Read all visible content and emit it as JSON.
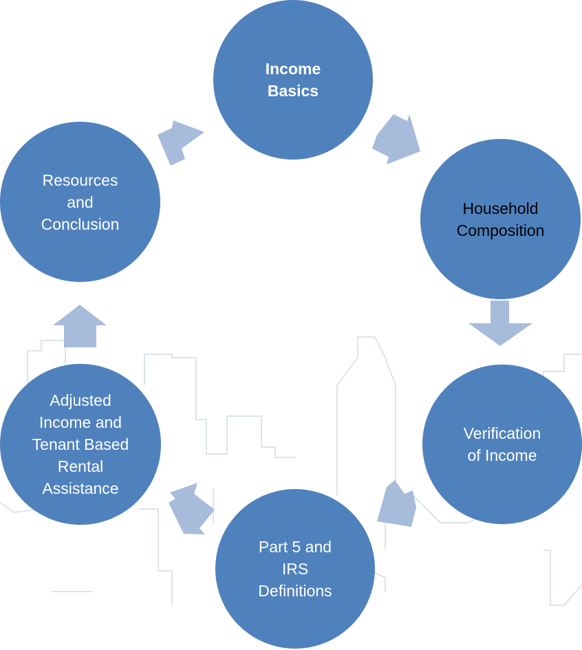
{
  "diagram": {
    "type": "cycle",
    "nodes": [
      {
        "id": "income-basics",
        "label": "Income\nBasics",
        "bold": true,
        "text_color": "#ffffff"
      },
      {
        "id": "household-composition",
        "label": "Household\nComposition",
        "bold": false,
        "text_color": "#000000"
      },
      {
        "id": "verification-of-income",
        "label": "Verification\nof Income",
        "bold": false,
        "text_color": "#ffffff"
      },
      {
        "id": "part5-irs",
        "label": "Part 5 and\nIRS\nDefinitions",
        "bold": false,
        "text_color": "#ffffff"
      },
      {
        "id": "adjusted-income",
        "label": "Adjusted\nIncome and\nTenant Based\nRental\nAssistance",
        "bold": false,
        "text_color": "#ffffff"
      },
      {
        "id": "resources-conclusion",
        "label": "Resources\nand\nConclusion",
        "bold": false,
        "text_color": "#ffffff"
      }
    ],
    "edges": [
      {
        "from": "income-basics",
        "to": "household-composition"
      },
      {
        "from": "household-composition",
        "to": "verification-of-income"
      },
      {
        "from": "verification-of-income",
        "to": "part5-irs"
      },
      {
        "from": "part5-irs",
        "to": "adjusted-income"
      },
      {
        "from": "adjusted-income",
        "to": "resources-conclusion"
      },
      {
        "from": "resources-conclusion",
        "to": "income-basics"
      }
    ],
    "colors": {
      "node_fill": "#4f81bd",
      "arrow_fill": "#a7bbdb",
      "skyline_stroke": "#dde3ec"
    }
  }
}
